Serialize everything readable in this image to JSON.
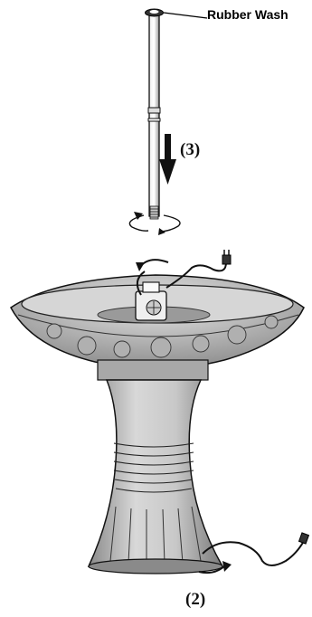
{
  "callout": {
    "label": "Rubber Wash"
  },
  "steps": {
    "step3": "(3)",
    "step2": "(2)"
  },
  "colors": {
    "ink": "#111111",
    "glaze": "#bcbcbc",
    "shadow": "#7a7a7a"
  }
}
